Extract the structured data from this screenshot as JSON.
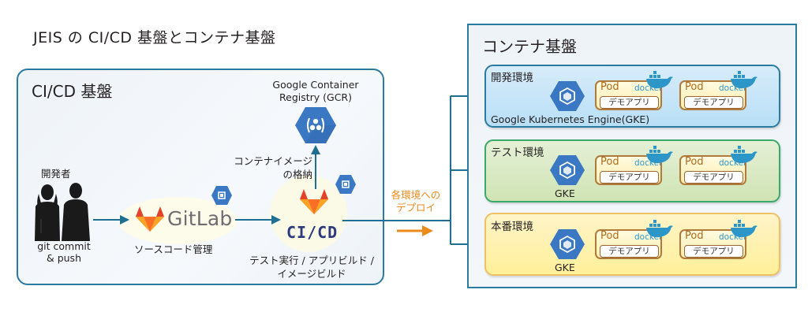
{
  "title": "JEIS の CI/CD 基盤とコンテナ基盤",
  "cicd": {
    "title": "CI/CD 基盤",
    "developer_label": "開発者",
    "commit_label_1": "git commit",
    "commit_label_2": "& push",
    "gitlab_text": "GitLab",
    "source_label": "ソースコード管理",
    "cicd_text": "CI/CD",
    "build_label_1": "テスト実行 / アプリビルド /",
    "build_label_2": "イメージビルド",
    "gcr_label_1": "Google Container",
    "gcr_label_2": "Registry (GCR)",
    "store_label_1": "コンテナイメージ",
    "store_label_2": "の格納"
  },
  "deploy": {
    "label_1": "各環境への",
    "label_2": "デプロイ"
  },
  "container": {
    "title": "コンテナ基盤",
    "environments": [
      {
        "name": "開発環境",
        "gke_label": "Google Kubernetes Engine(GKE)",
        "pods": [
          {
            "label": "Pod",
            "app": "デモアプリ",
            "runtime": "docker"
          },
          {
            "label": "Pod",
            "app": "デモアプリ",
            "runtime": "docker"
          }
        ]
      },
      {
        "name": "テスト環境",
        "gke_label": "GKE",
        "pods": [
          {
            "label": "Pod",
            "app": "デモアプリ",
            "runtime": "docker"
          },
          {
            "label": "Pod",
            "app": "デモアプリ",
            "runtime": "docker"
          }
        ]
      },
      {
        "name": "本番環境",
        "gke_label": "GKE",
        "pods": [
          {
            "label": "Pod",
            "app": "デモアプリ",
            "runtime": "docker"
          },
          {
            "label": "Pod",
            "app": "デモアプリ",
            "runtime": "docker"
          }
        ]
      }
    ]
  },
  "colors": {
    "panel_border": "#2b7ba1",
    "arrow": "#1f6f93",
    "deploy_arrow": "#ec8a1c",
    "gcp_blue": "#3b78c4",
    "dev_env_border": "#2b7ba1",
    "test_env_border": "#3aa96a",
    "prod_env_border": "#f0c067",
    "pod_border": "#b07a3c",
    "docker_blue": "#2d96c8"
  }
}
